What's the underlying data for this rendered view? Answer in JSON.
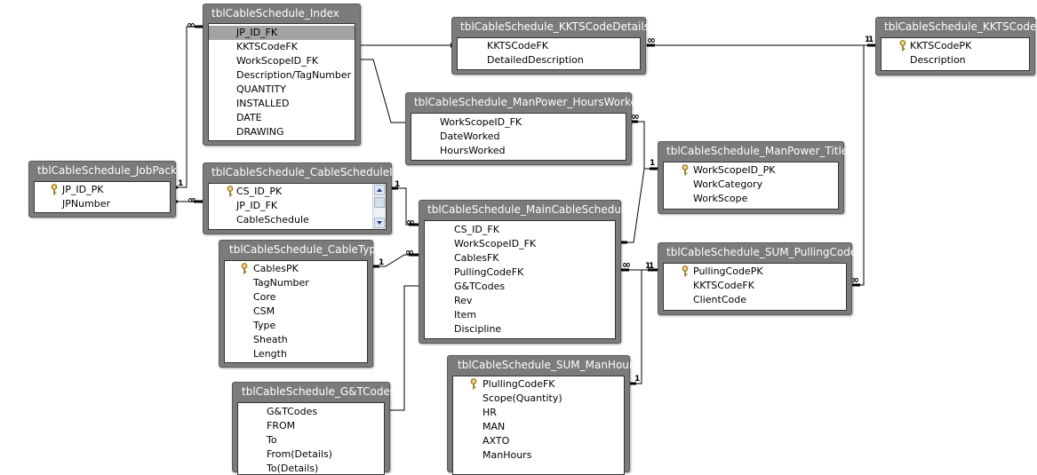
{
  "tables": {
    "index": {
      "title": "tblCableSchedule_Index",
      "fields": [
        "JP_ID_FK",
        "KKTSCodeFK",
        "WorkScopeID_FK",
        "Description/TagNumber",
        "QUANTITY",
        "INSTALLED",
        "DATE",
        "DRAWING"
      ]
    },
    "kkts_code_details": {
      "title": "tblCableSchedule_KKTSCodeDetails",
      "fields": [
        "KKTSCodeFK",
        "DetailedDescription"
      ]
    },
    "kkts_codes": {
      "title": "tblCableSchedule_KKTSCodes",
      "fields": [
        "KKTSCodePK",
        "Description"
      ]
    },
    "manpower_hours": {
      "title": "tblCableSchedule_ManPower_HoursWorked",
      "fields": [
        "WorkScopeID_FK",
        "DateWorked",
        "HoursWorked"
      ]
    },
    "manpower_titles": {
      "title": "tblCableSchedule_ManPower_Titles",
      "fields": [
        "WorkScopeID_PK",
        "WorkCategory",
        "WorkScope"
      ]
    },
    "jobpack": {
      "title": "tblCableSchedule_JobPack",
      "fields": [
        "JP_ID_PK",
        "JPNumber"
      ]
    },
    "cable_schedule_id": {
      "title": "tblCableSchedule_CableScheduleID",
      "fields": [
        "CS_ID_PK",
        "JP_ID_FK",
        "CableSchedule"
      ]
    },
    "main_cable_schedule": {
      "title": "tblCableSchedule_MainCableSchedule",
      "fields": [
        "CS_ID_FK",
        "WorkScopeID_FK",
        "CablesFK",
        "PullingCodeFK",
        "G&TCodes",
        "Rev",
        "Item",
        "Discipline"
      ]
    },
    "cable_type": {
      "title": "tblCableSchedule_CableType",
      "fields": [
        "CablesPK",
        "TagNumber",
        "Core",
        "CSM",
        "Type",
        "Sheath",
        "Length"
      ]
    },
    "sum_pulling_codes": {
      "title": "tblCableSchedule_SUM_PullingCodes",
      "fields": [
        "PullingCodePK",
        "KKTSCodeFK",
        "ClientCode"
      ]
    },
    "gt_codes": {
      "title": "tblCableSchedule_G&TCodes",
      "fields": [
        "G&TCodes",
        "FROM",
        "To",
        "From(Details)",
        "To(Details)"
      ]
    },
    "sum_man_hours": {
      "title": "tblCableSchedule_SUM_ManHours",
      "fields": [
        "PlullingCodeFK",
        "Scope(Quantity)",
        "HR",
        "MAN",
        "AXTO",
        "ManHours"
      ]
    }
  },
  "cardinality": {
    "one": "1",
    "many": "∞"
  },
  "icons": {
    "primary_key": "key-icon"
  },
  "colors": {
    "header": "#7b7b7b",
    "selected_row": "#a3a3a3",
    "key": "#d6b74a"
  }
}
